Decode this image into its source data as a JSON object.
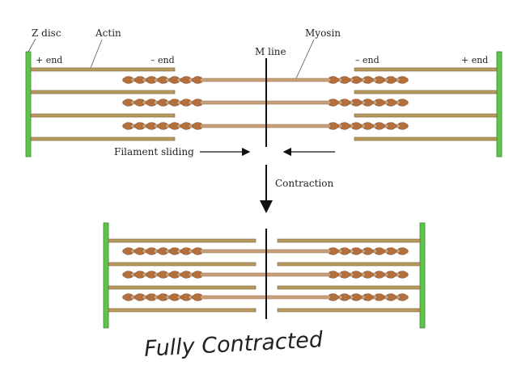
{
  "labels": {
    "z_disc": "Z disc",
    "actin": "Actin",
    "myosin": "Myosin",
    "m_line": "M line",
    "plus_end_left": "+ end",
    "minus_end_left": "– end",
    "minus_end_right": "– end",
    "plus_end_right": "+ end",
    "filament_sliding": "Filament sliding",
    "contraction": "Contraction",
    "annotation": "Fully Contracted"
  },
  "colors": {
    "z_disc": "#5ec44a",
    "z_disc_edge": "#3a8a2e",
    "actin": "#b89a5e",
    "actin_edge": "#7a6236",
    "myosin_shaft": "#c9a07a",
    "myosin_heads": "#b56f3a",
    "m_line": "#111111",
    "annotation": "#3a7fd0"
  }
}
